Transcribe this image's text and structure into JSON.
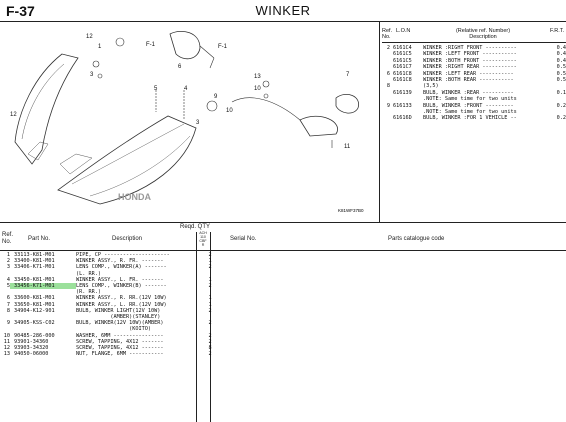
{
  "header": {
    "figure_id": "F-37",
    "title": "WINKER"
  },
  "ref_table": {
    "headers": {
      "ref_no": "Ref. No.",
      "lon": "L.O.N",
      "relative": "(Relative ref. Number)",
      "description": "Description",
      "frt": "F.R.T."
    },
    "rows": [
      {
        "ref": "2",
        "lon": "6161C4",
        "desc": "WINKER :RIGHT FRONT ----------",
        "frt": "0.4"
      },
      {
        "ref": "",
        "lon": "6161C5",
        "desc": "WINKER :LEFT FRONT -----------",
        "frt": "0.4"
      },
      {
        "ref": "",
        "lon": "6161C5",
        "desc": "WINKER :BOTH FRONT -----------",
        "frt": "0.4"
      },
      {
        "ref": "",
        "lon": "6161C7",
        "desc": "WINKER :RIGHT REAR -----------",
        "frt": "0.5"
      },
      {
        "ref": "6",
        "lon": "6161C8",
        "desc": "WINKER :LEFT REAR -----------",
        "frt": "0.5"
      },
      {
        "ref": "",
        "lon": "6161C8",
        "desc": "WINKER :BOTH REAR -----------",
        "frt": "0.5"
      },
      {
        "ref": "8",
        "lon": "",
        "desc": "(3,5)",
        "frt": ""
      },
      {
        "ref": "",
        "lon": "616139",
        "desc": "BULB, WINKER :REAR ----------",
        "frt": "0.1"
      },
      {
        "ref": "",
        "lon": "",
        "desc": ".NOTE: Same time for two units",
        "frt": ""
      },
      {
        "ref": "9",
        "lon": "616133",
        "desc": "BULB, WINKER :FRONT ---------",
        "frt": "0.2"
      },
      {
        "ref": "",
        "lon": "",
        "desc": ".NOTE: Same time for two units",
        "frt": ""
      },
      {
        "ref": "",
        "lon": "61616D",
        "desc": "BULB, WINKER :FOR 1 VEHICLE --",
        "frt": "0.2"
      }
    ]
  },
  "diagram": {
    "callouts": [
      "12",
      "1",
      "F-1",
      "6",
      "F-1",
      "3",
      "13",
      "10",
      "7",
      "5",
      "4",
      "9",
      "10",
      "12",
      "3",
      "11"
    ],
    "code": "K81WF37B0",
    "brand": "HONDA"
  },
  "parts_table": {
    "headers": {
      "ref_no": "Ref. No.",
      "part_no": "Part No.",
      "description": "Description",
      "reqd_qty": "Reqd. QTY",
      "qty_sub": "ACH 110 CBF R",
      "serial": "Serial No.",
      "catalogue": "Parts catalogue code"
    },
    "rows": [
      {
        "ref": "1",
        "part": "33113-K81-M01",
        "desc": "PIPE, CP ---------------------",
        "qty": "2",
        "hl": false
      },
      {
        "ref": "2",
        "part": "33400-K81-M01",
        "desc": "WINKER ASSY., R. FR. -------",
        "qty": "1",
        "hl": false
      },
      {
        "ref": "3",
        "part": "33406-K71-M01",
        "desc": "LENS COMP., WINKER(A) -------",
        "qty": "2",
        "hl": false
      },
      {
        "ref": "",
        "part": "",
        "desc": "(L. RR.)",
        "qty": "",
        "hl": false
      },
      {
        "ref": "4",
        "part": "33450-K81-M01",
        "desc": "WINKER ASSY., L. FR. -------",
        "qty": "1",
        "hl": false
      },
      {
        "ref": "5",
        "part": "33456-K71-M01",
        "desc": "LENS COMP., WINKER(B) -------",
        "qty": "2",
        "hl": true
      },
      {
        "ref": "",
        "part": "",
        "desc": "(R. RR.)",
        "qty": "",
        "hl": false
      },
      {
        "ref": "",
        "part": "",
        "desc": "",
        "qty": "",
        "hl": false
      },
      {
        "ref": "6",
        "part": "33600-K81-M01",
        "desc": "WINKER ASSY., R. RR.(12V 10W)",
        "qty": "1",
        "hl": false
      },
      {
        "ref": "7",
        "part": "33650-K81-M01",
        "desc": "WINKER ASSY., L. RR.(12V 10W)",
        "qty": "1",
        "hl": false
      },
      {
        "ref": "8",
        "part": "34904-K12-901",
        "desc": "BULB, WINKER LIGHT(12V 10W)",
        "qty": "2",
        "hl": false
      },
      {
        "ref": "",
        "part": "",
        "desc": "           (AMBER)(STANLEY)",
        "qty": "",
        "hl": false
      },
      {
        "ref": "9",
        "part": "34905-KSS-C02",
        "desc": "BULB, WINKER(12V 10W)(AMBER)",
        "qty": "2",
        "hl": false
      },
      {
        "ref": "",
        "part": "",
        "desc": "                 (KOITO)",
        "qty": "",
        "hl": false
      },
      {
        "ref": "10",
        "part": "90485-286-000",
        "desc": "WASHER, 6MM ----------------",
        "qty": "2",
        "hl": false
      },
      {
        "ref": "",
        "part": "",
        "desc": "",
        "qty": "",
        "hl": false
      },
      {
        "ref": "11",
        "part": "93901-34360",
        "desc": "SCREW, TAPPING, 4X12 -------",
        "qty": "2",
        "hl": false
      },
      {
        "ref": "12",
        "part": "93903-34320",
        "desc": "SCREW, TAPPING, 4X12 -------",
        "qty": "8",
        "hl": false
      },
      {
        "ref": "13",
        "part": "94050-06000",
        "desc": "NUT, FLANGE, 6MM -----------",
        "qty": "2",
        "hl": false
      }
    ]
  }
}
